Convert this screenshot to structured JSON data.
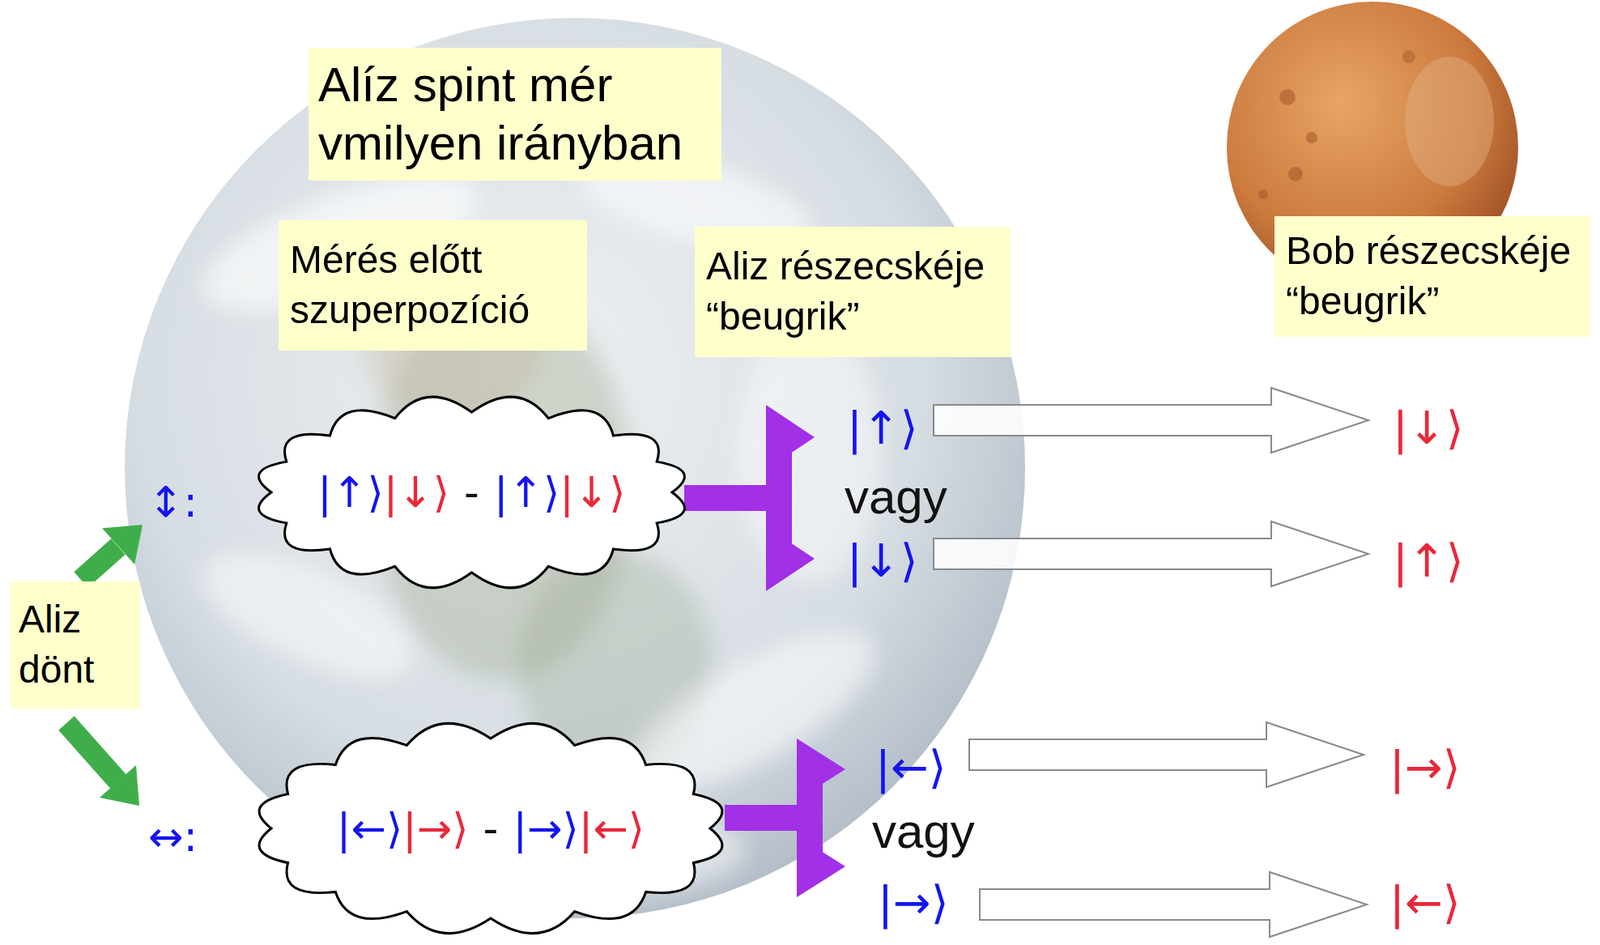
{
  "diagram": {
    "nodes": [
      {
        "text": [
          "Alíz spint mér vmilyen irányban"
        ]
      },
      {
        "text": [
          "Mérés előtt szuperpozíció"
        ]
      },
      {
        "text": [
          "Aliz részecskéje “beugrik”"
        ]
      },
      {
        "text": [
          "Bob részecskéje “beugrik”"
        ]
      },
      {
        "text": [
          "|↑⟩",
          "|↓⟩",
          "-",
          "|↑⟩",
          "|↓⟩"
        ]
      },
      {
        "text": [
          "Aliz dönt"
        ]
      },
      {
        "text": [
          "|←⟩",
          "|→⟩",
          "-",
          "|→⟩",
          "|←⟩"
        ]
      }
    ],
    "labels": [
      "|↑⟩",
      "|↓⟩",
      "↕:",
      "vagy",
      "|↓⟩",
      "|↑⟩",
      "|←⟩",
      "|→⟩",
      "↔:",
      "vagy",
      "|→⟩",
      "|←⟩"
    ]
  }
}
